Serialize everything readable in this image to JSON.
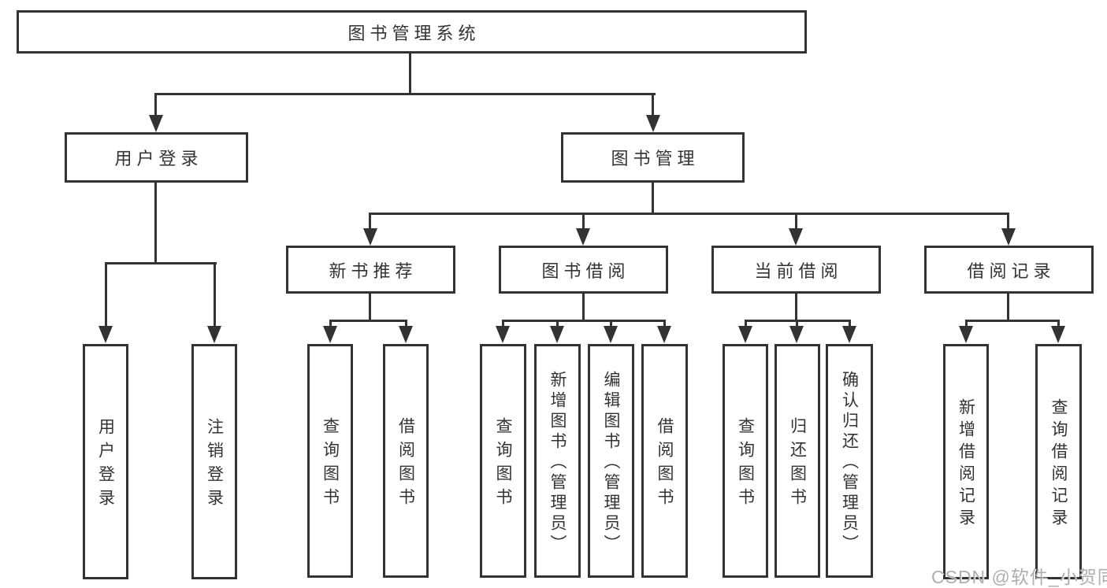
{
  "diagram": {
    "type": "hierarchy-tree",
    "root": {
      "label": "图书管理系统",
      "children": [
        {
          "label": "用户登录",
          "children": [
            {
              "label": "用户登录"
            },
            {
              "label": "注销登录"
            }
          ]
        },
        {
          "label": "图书管理",
          "children": [
            {
              "label": "新书推荐",
              "children": [
                {
                  "label": "查询图书"
                },
                {
                  "label": "借阅图书"
                }
              ]
            },
            {
              "label": "图书借阅",
              "children": [
                {
                  "label": "查询图书"
                },
                {
                  "label": "新增图书（管理员）"
                },
                {
                  "label": "编辑图书（管理员）"
                },
                {
                  "label": "借阅图书"
                }
              ]
            },
            {
              "label": "当前借阅",
              "children": [
                {
                  "label": "查询图书"
                },
                {
                  "label": "归还图书"
                },
                {
                  "label": "确认归还（管理员）"
                }
              ]
            },
            {
              "label": "借阅记录",
              "children": [
                {
                  "label": "新增借阅记录"
                },
                {
                  "label": "查询借阅记录"
                }
              ]
            }
          ]
        }
      ]
    },
    "colors": {
      "line": "#333333",
      "text": "#333333",
      "background": "#ffffff",
      "watermark": "#a8aab0"
    }
  },
  "watermark": {
    "text": "CSDN @软件_小贺同学"
  }
}
